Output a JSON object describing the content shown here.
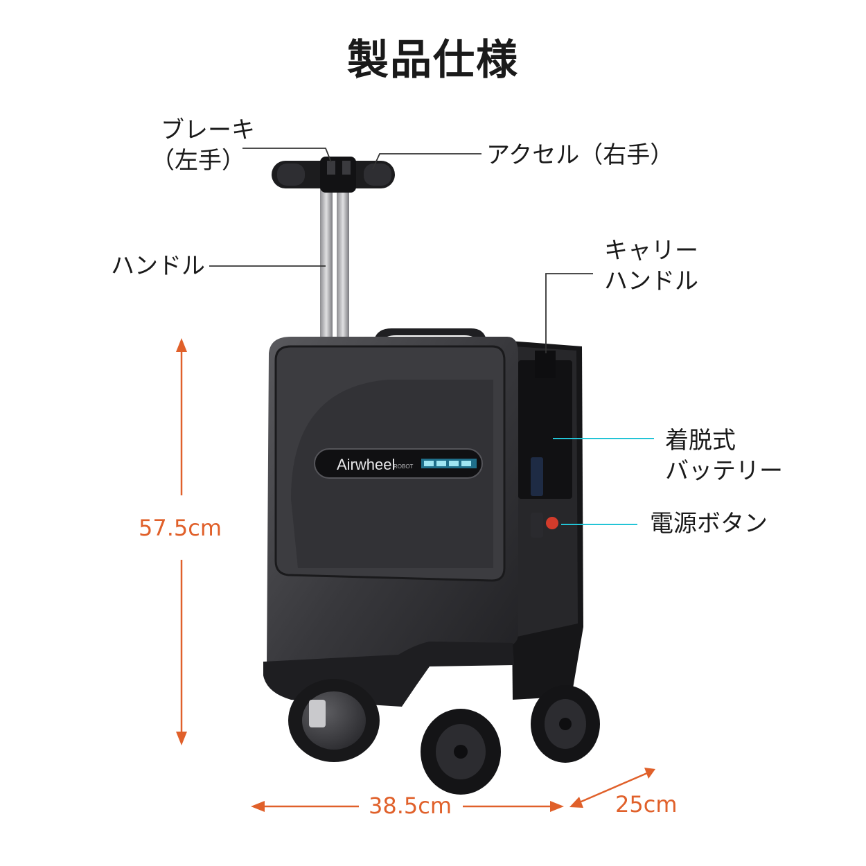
{
  "title": "製品仕様",
  "labels": {
    "brake_line1": "ブレーキ",
    "brake_line2": "（左手）",
    "accel": "アクセル（右手）",
    "handle": "ハンドル",
    "carry_line1": "キャリー",
    "carry_line2": "ハンドル",
    "battery_line1": "着脱式",
    "battery_line2": "バッテリー",
    "power": "電源ボタン"
  },
  "brand": {
    "logo": "Airwheel",
    "sub": "ROBOT"
  },
  "dimensions": {
    "height": "57.5cm",
    "width": "38.5cm",
    "depth": "25cm"
  },
  "colors": {
    "dimension": "#e0602a",
    "callout": "#23c4d6",
    "leader": "#333333",
    "body": "#2b2b2e"
  }
}
